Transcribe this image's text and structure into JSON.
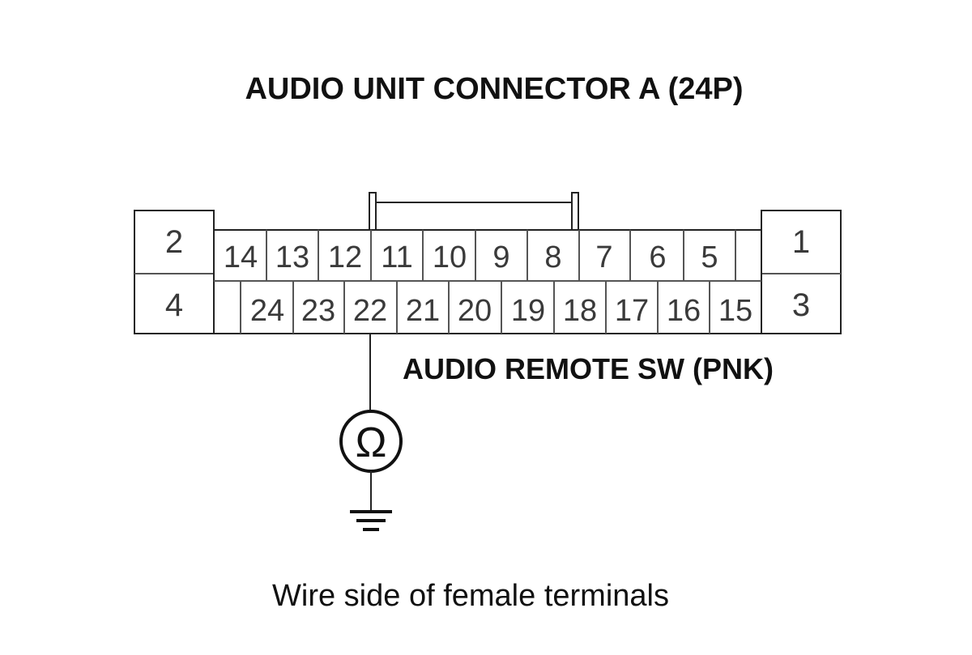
{
  "title": "AUDIO UNIT CONNECTOR A (24P)",
  "wire_label": "AUDIO REMOTE SW (PNK)",
  "caption": "Wire side of female terminals",
  "meter_symbol": "Ω",
  "pins": {
    "big": {
      "left_top": "2",
      "left_bottom": "4",
      "right_top": "1",
      "right_bottom": "3"
    },
    "top_row": [
      "14",
      "13",
      "12",
      "11",
      "10",
      "9",
      "8",
      "7",
      "6",
      "5"
    ],
    "bottom_row": [
      "24",
      "23",
      "22",
      "21",
      "20",
      "19",
      "18",
      "17",
      "16",
      "15"
    ]
  },
  "probed_pin": "22",
  "icons": [
    "ohmmeter-icon",
    "ground-icon"
  ]
}
